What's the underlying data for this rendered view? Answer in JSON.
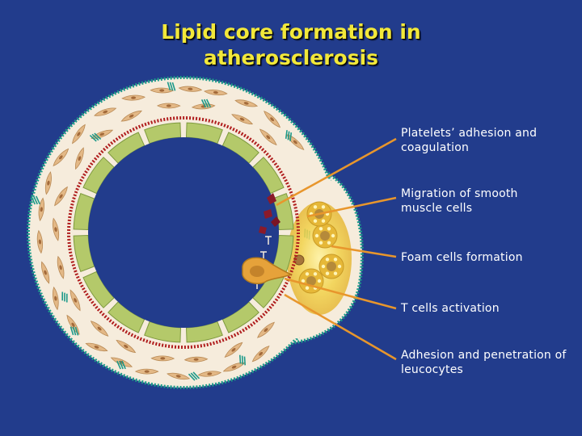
{
  "title": {
    "line1": "Lipid core formation in",
    "line2": "atherosclerosis"
  },
  "labels": {
    "platelets": "Platelets’ adhesion and coagulation",
    "migration": "Migration of smooth muscle cells",
    "foam": "Foam cells formation",
    "tcells": "T cells activation",
    "adhesion": "Adhesion and penetration of leucocytes"
  },
  "colors": {
    "background": "#223c8c",
    "title": "#f2e83a",
    "leader": "#e8962c",
    "endothelium": "#b4c96a",
    "wall": "#f6ecdc",
    "adventitia_edge": "#1d9a8a",
    "lamina": "#b01e1e",
    "lipid": "#e8b437"
  }
}
